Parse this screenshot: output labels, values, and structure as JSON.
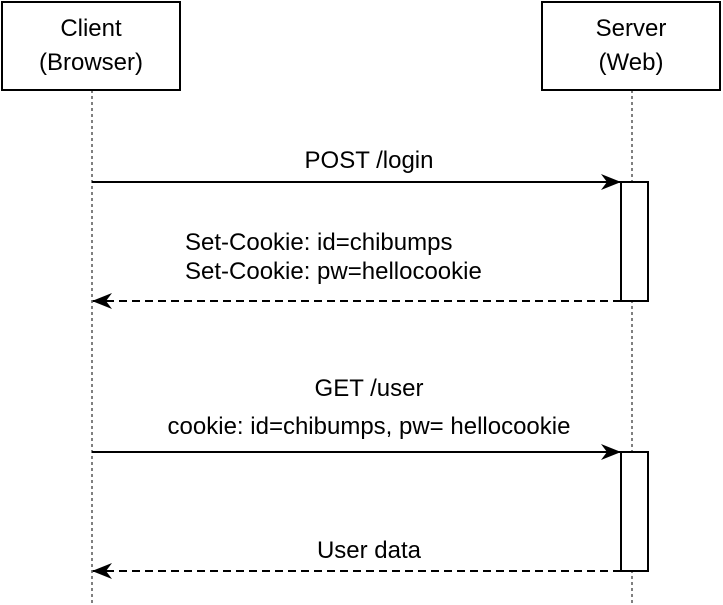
{
  "participants": {
    "client": {
      "line1": "Client",
      "line2": "(Browser)"
    },
    "server": {
      "line1": "Server",
      "line2": "(Web)"
    }
  },
  "messages": {
    "post_login": {
      "text": "POST /login"
    },
    "set_cookie_response": {
      "line1": "Set-Cookie: id=chibumps",
      "line2": "Set-Cookie: pw=hellocookie"
    },
    "get_user": {
      "line1": "GET /user",
      "line2": "cookie: id=chibumps, pw= hellocookie"
    },
    "user_data_response": {
      "text": "User data"
    }
  },
  "colors": {
    "stroke": "#000000",
    "background": "#ffffff"
  }
}
